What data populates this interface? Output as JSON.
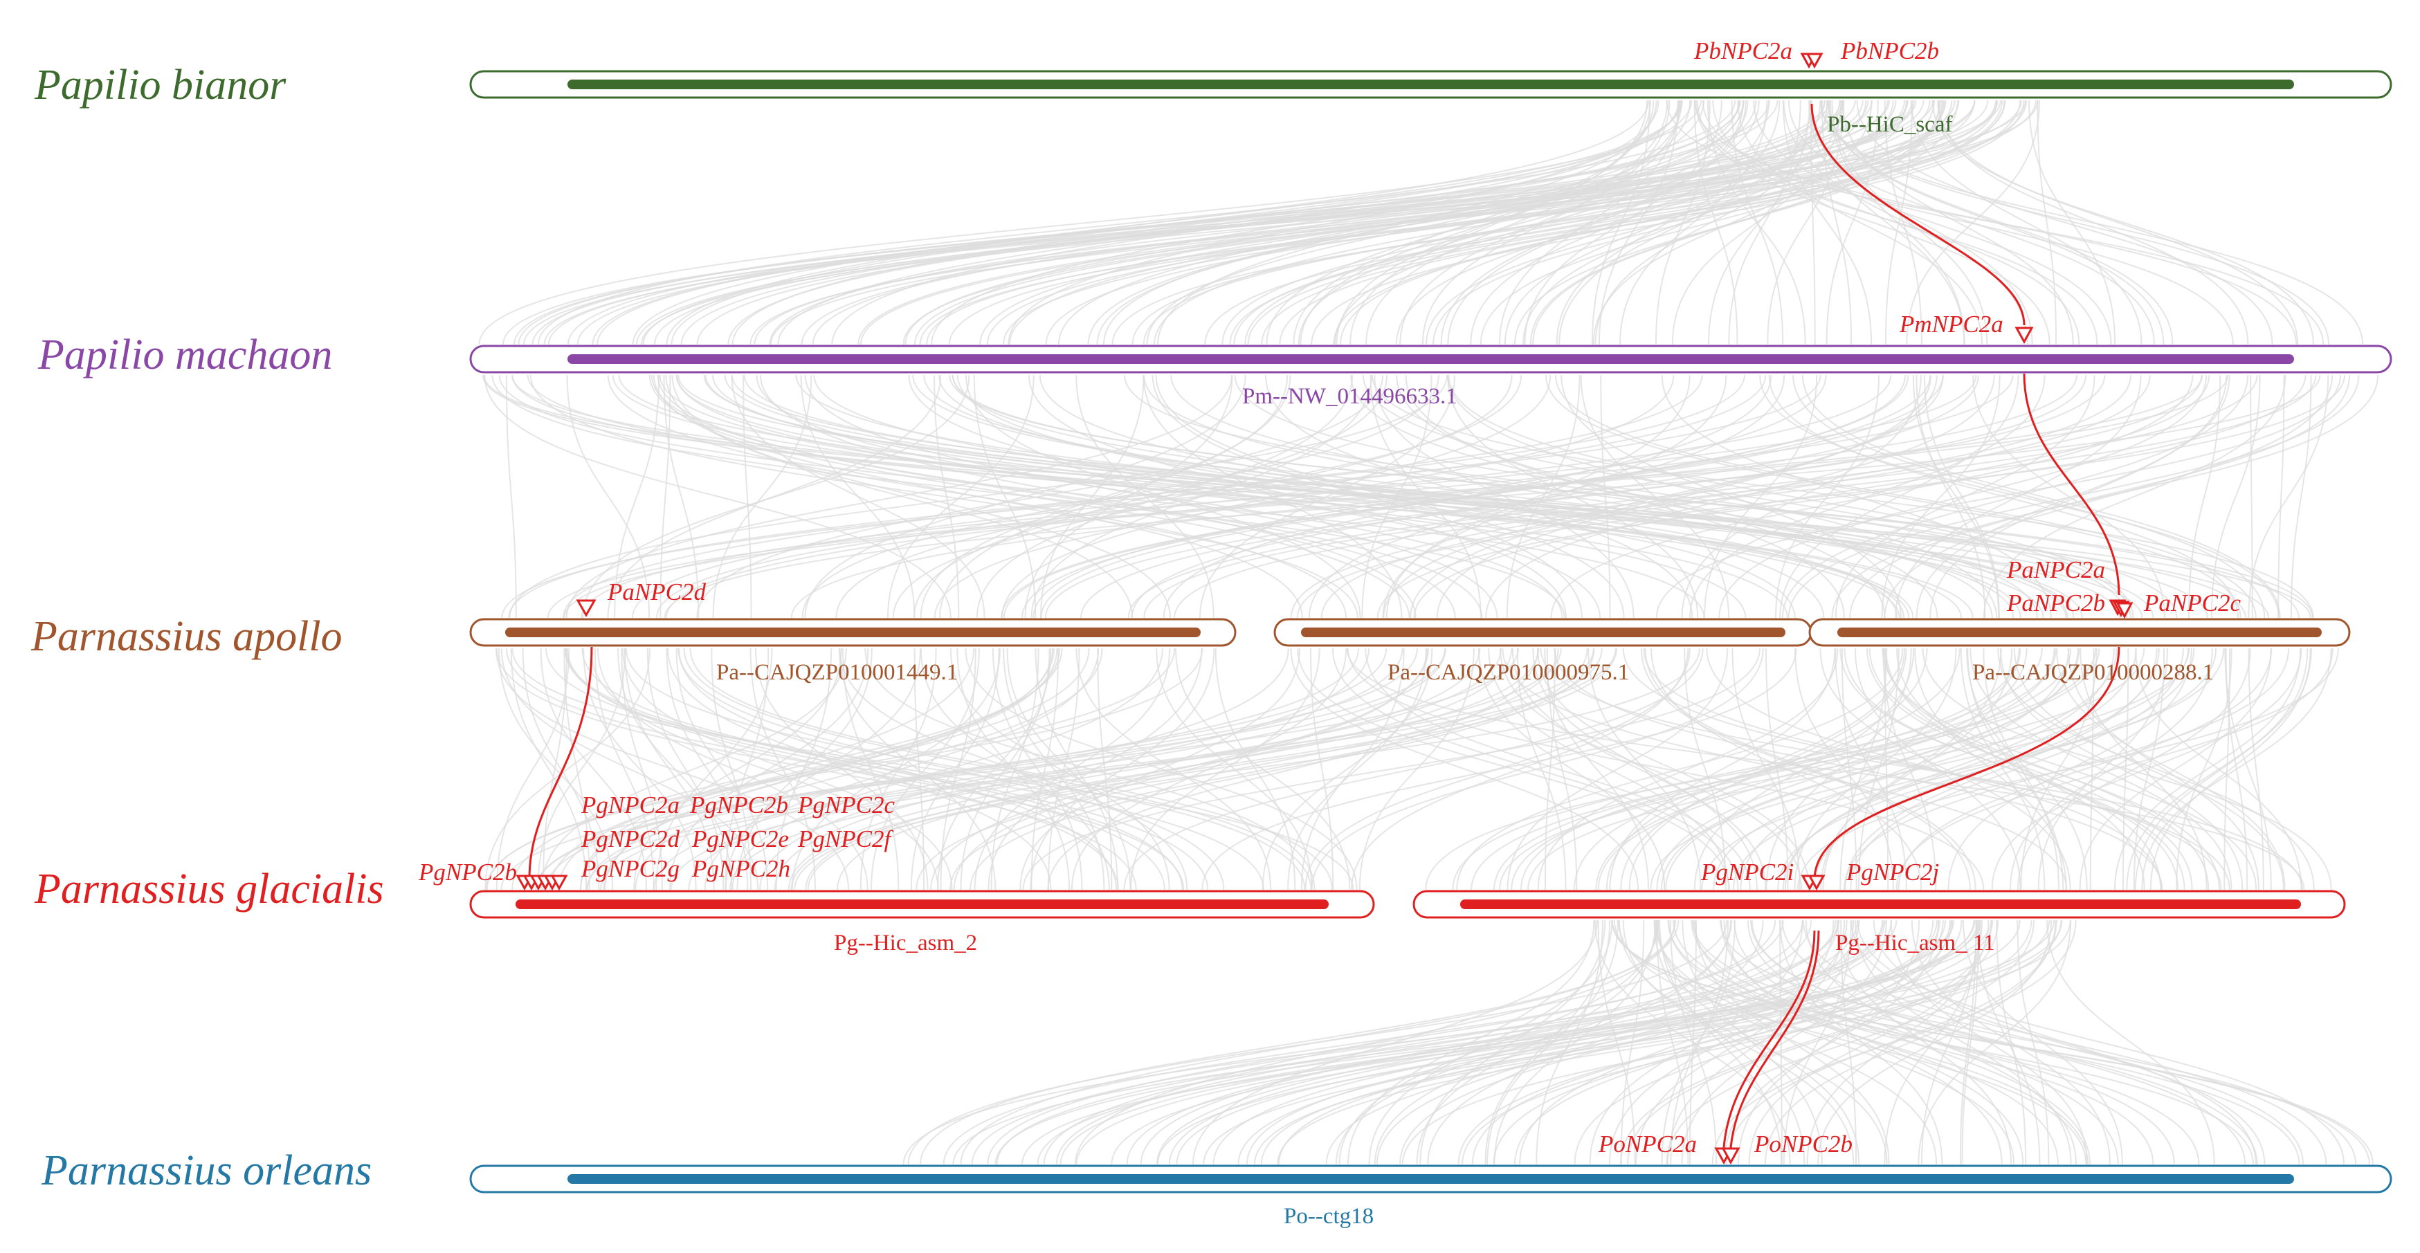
{
  "colors": {
    "papilio_bianor": "#3d6b2e",
    "papilio_machaon": "#8a47a6",
    "parnassius_apollo": "#a0552d",
    "parnassius_glacialis": "#e02020",
    "parnassius_orleans": "#2478a5",
    "synteny": "#dcdcdc",
    "gene_highlight": "#e02020"
  },
  "species": [
    {
      "key": "papilio_bianor",
      "name": "Papilio bianor"
    },
    {
      "key": "papilio_machaon",
      "name": "Papilio machaon"
    },
    {
      "key": "parnassius_apollo",
      "name": "Parnassius apollo"
    },
    {
      "key": "parnassius_glacialis",
      "name": "Parnassius glacialis"
    },
    {
      "key": "parnassius_orleans",
      "name": "Parnassius orleans"
    }
  ],
  "chromosomes": {
    "pb": "Pb--HiC_scaf",
    "pm": "Pm--NW_014496633.1",
    "pa1": "Pa--CAJQZP010001449.1",
    "pa2": "Pa--CAJQZP010000975.1",
    "pa3": "Pa--CAJQZP010000288.1",
    "pg1": "Pg--Hic_asm_2",
    "pg2": "Pg--Hic_asm_ 11",
    "po": "Po--ctg18"
  },
  "genes": {
    "pb_a": "PbNPC2a",
    "pb_b": "PbNPC2b",
    "pm_a": "PmNPC2a",
    "pa_d": "PaNPC2d",
    "pa_a": "PaNPC2a",
    "pa_b": "PaNPC2b",
    "pa_c": "PaNPC2c",
    "pg_b_left": "PgNPC2b",
    "pg_a": "PgNPC2a",
    "pg_b": "PgNPC2b",
    "pg_c": "PgNPC2c",
    "pg_d": "PgNPC2d",
    "pg_e": "PgNPC2e",
    "pg_f": "PgNPC2f",
    "pg_g": "PgNPC2g",
    "pg_h": "PgNPC2h",
    "pg_i": "PgNPC2i",
    "pg_j": "PgNPC2j",
    "po_a": "PoNPC2a",
    "po_b": "PoNPC2b"
  }
}
